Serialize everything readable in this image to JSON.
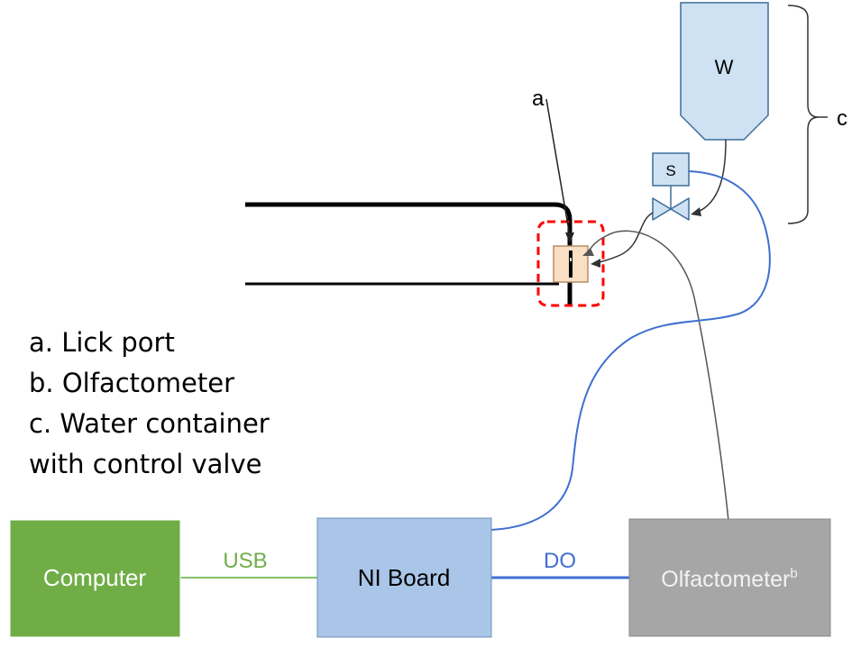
{
  "labels": {
    "a": "a",
    "c": "c",
    "water_container": "W",
    "solenoid": "S",
    "usb": "USB",
    "do": "DO"
  },
  "boxes": {
    "computer": "Computer",
    "ni_board": "NI Board",
    "olfactometer": "Olfactometer",
    "olfactometer_superscript": "b"
  },
  "legend": [
    "a. Lick port",
    "b. Olfactometer",
    "c. Water container",
    "with control valve"
  ],
  "colors": {
    "computer_fill": "#70ad47",
    "usb_line": "#84c26a",
    "ni_board_fill": "#a9c6e8",
    "do_line": "#3f6fd1",
    "olfactometer_fill": "#a6a6a6",
    "water_fill": "#cfe2f3",
    "lick_port_box": "#f9dfc4",
    "dashed_outline": "#ff0000"
  }
}
